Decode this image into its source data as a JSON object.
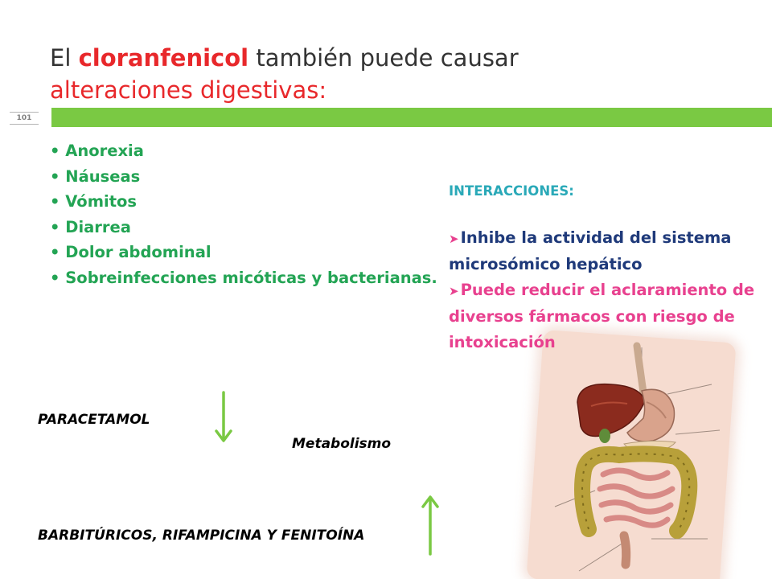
{
  "slide": {
    "page_number": "101",
    "title": {
      "part1": "El ",
      "part2": "cloranfenicol",
      "part3": " también puede causar ",
      "part4": "alteraciones digestivas",
      "part5": ":"
    },
    "effects": [
      "Anorexia",
      "Náuseas",
      "Vómitos",
      "Diarrea",
      "Dolor abdominal",
      "Sobreinfecciones micóticas y bacterianas."
    ],
    "interactions": {
      "heading": "INTERACCIONES:",
      "item1": "Inhibe la actividad del sistema microsómico hepático",
      "item2": "Puede reducir el aclaramiento de diversos fármacos con riesgo de intoxicación"
    },
    "labels": {
      "paracetamol": "PARACETAMOL",
      "metabolism": "Metabolismo",
      "inducers": "BARBITÚRICOS, RIFAMPICINA Y FENITOÍNA"
    },
    "colors": {
      "accent_green": "#7ac943",
      "list_green": "#23a454",
      "title_red": "#e8282b",
      "navy": "#1f3a7a",
      "pink": "#e8418f"
    },
    "icons": {
      "down_arrow": "down-arrow-icon",
      "up_arrow": "up-arrow-icon",
      "anatomy": "digestive-system-illustration"
    }
  }
}
